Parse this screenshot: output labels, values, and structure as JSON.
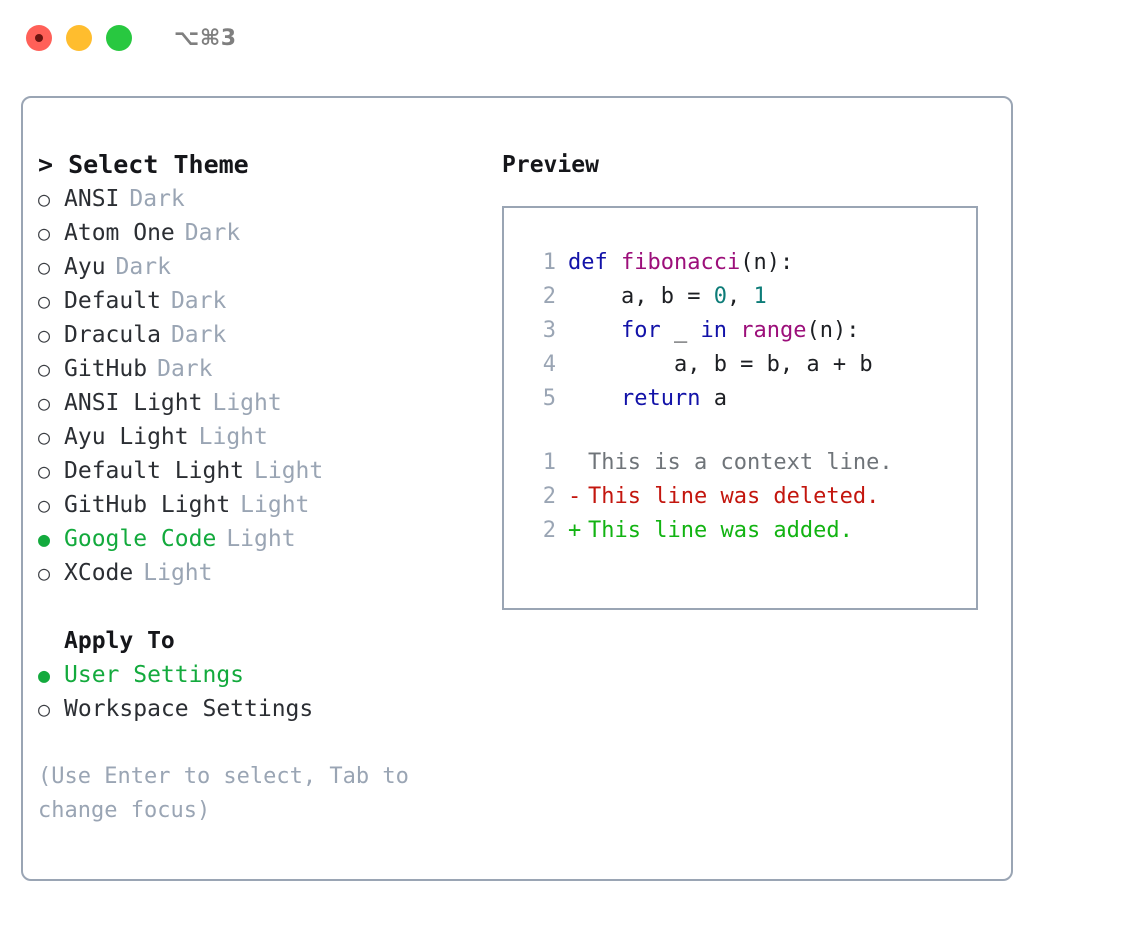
{
  "window": {
    "title": "⌥⌘3",
    "traffic_lights": [
      "close-red",
      "minimize-yellow",
      "maximize-green"
    ]
  },
  "theme_picker": {
    "header": "> Select Theme",
    "options": [
      {
        "label": "ANSI",
        "tag": "Dark",
        "selected": false,
        "bullet": "○"
      },
      {
        "label": "Atom One",
        "tag": "Dark",
        "selected": false,
        "bullet": "○"
      },
      {
        "label": "Ayu",
        "tag": "Dark",
        "selected": false,
        "bullet": "○"
      },
      {
        "label": "Default",
        "tag": "Dark",
        "selected": false,
        "bullet": "○"
      },
      {
        "label": "Dracula",
        "tag": "Dark",
        "selected": false,
        "bullet": "○"
      },
      {
        "label": "GitHub",
        "tag": "Dark",
        "selected": false,
        "bullet": "○"
      },
      {
        "label": "ANSI Light",
        "tag": "Light",
        "selected": false,
        "bullet": "○"
      },
      {
        "label": "Ayu Light",
        "tag": "Light",
        "selected": false,
        "bullet": "○"
      },
      {
        "label": "Default Light",
        "tag": "Light",
        "selected": false,
        "bullet": "○"
      },
      {
        "label": "GitHub Light",
        "tag": "Light",
        "selected": false,
        "bullet": "○"
      },
      {
        "label": "Google Code",
        "tag": "Light",
        "selected": true,
        "bullet": "●"
      },
      {
        "label": "XCode",
        "tag": "Light",
        "selected": false,
        "bullet": "○"
      }
    ]
  },
  "apply_to": {
    "header": "Apply To",
    "options": [
      {
        "label": "User Settings",
        "selected": true,
        "bullet": "●"
      },
      {
        "label": "Workspace Settings",
        "selected": false,
        "bullet": "○"
      }
    ]
  },
  "hint": "(Use Enter to select, Tab to change focus)",
  "preview": {
    "title": "Preview",
    "code_lines": [
      {
        "lineno": "1",
        "tokens": [
          {
            "text": "def ",
            "type": "kw"
          },
          {
            "text": "fibonacci",
            "type": "fn"
          },
          {
            "text": "(n):",
            "type": "punct"
          }
        ]
      },
      {
        "lineno": "2",
        "tokens": [
          {
            "text": "    a, b = ",
            "type": "plain"
          },
          {
            "text": "0",
            "type": "num"
          },
          {
            "text": ", ",
            "type": "plain"
          },
          {
            "text": "1",
            "type": "num"
          }
        ]
      },
      {
        "lineno": "3",
        "tokens": [
          {
            "text": "    ",
            "type": "plain"
          },
          {
            "text": "for",
            "type": "kw"
          },
          {
            "text": " _ ",
            "type": "plain"
          },
          {
            "text": "in",
            "type": "kw"
          },
          {
            "text": " ",
            "type": "plain"
          },
          {
            "text": "range",
            "type": "fn"
          },
          {
            "text": "(n):",
            "type": "punct"
          }
        ]
      },
      {
        "lineno": "4",
        "tokens": [
          {
            "text": "        a, b = b, a + b",
            "type": "plain"
          }
        ]
      },
      {
        "lineno": "5",
        "tokens": [
          {
            "text": "    ",
            "type": "plain"
          },
          {
            "text": "return",
            "type": "kw"
          },
          {
            "text": " a",
            "type": "plain"
          }
        ]
      }
    ],
    "diff_lines": [
      {
        "lineno": "1",
        "mark": " ",
        "text": "This is a context line.",
        "kind": "context"
      },
      {
        "lineno": "2",
        "mark": "-",
        "text": "This line was deleted.",
        "kind": "deleted"
      },
      {
        "lineno": "2",
        "mark": "+",
        "text": "This line was added.",
        "kind": "added"
      }
    ]
  },
  "colors": {
    "accent_green": "#13aa3d",
    "muted": "#9aa5b4",
    "border": "#9aa5b4",
    "keyword": "#1212a8",
    "function": "#9c0f7a",
    "number": "#0d7c78",
    "diff_delete": "#c3160e",
    "diff_add": "#12b312",
    "diff_context": "#6f7479"
  }
}
